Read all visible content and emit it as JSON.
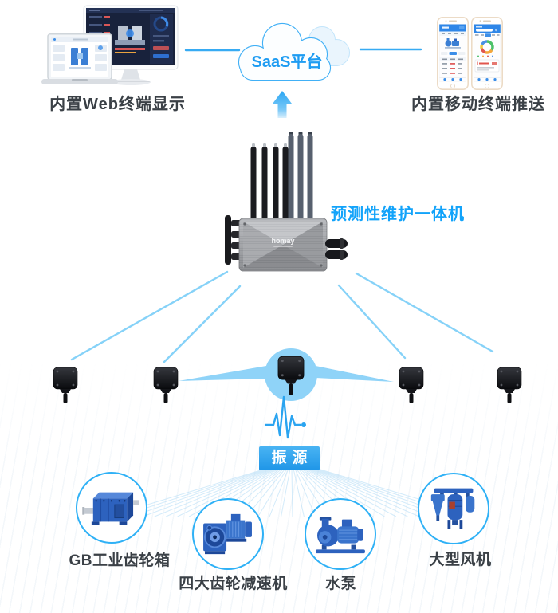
{
  "diagram": {
    "top": {
      "web_terminal_label": "内置Web终端显示",
      "cloud_label": "SaaS平台",
      "mobile_label": "内置移动终端推送"
    },
    "gateway": {
      "label": "预测性维护一体机",
      "brand": "homay"
    },
    "vibration_source": {
      "label": "振源"
    },
    "sensors": {
      "count": 5
    },
    "equipment": [
      {
        "icon": "industrial-gearbox-icon",
        "label": "GB工业齿轮箱"
      },
      {
        "icon": "gear-reducer-icon",
        "label": "四大齿轮减速机"
      },
      {
        "icon": "water-pump-icon",
        "label": "水泵"
      },
      {
        "icon": "large-fan-icon",
        "label": "大型风机"
      }
    ],
    "colors": {
      "accent_blue": "#1ea5f6",
      "link_line_blue": "#86d2f8",
      "label_dark": "#3a4046",
      "badge_blue": "#2fa5ee",
      "machine_blue": "#2d62be"
    }
  }
}
